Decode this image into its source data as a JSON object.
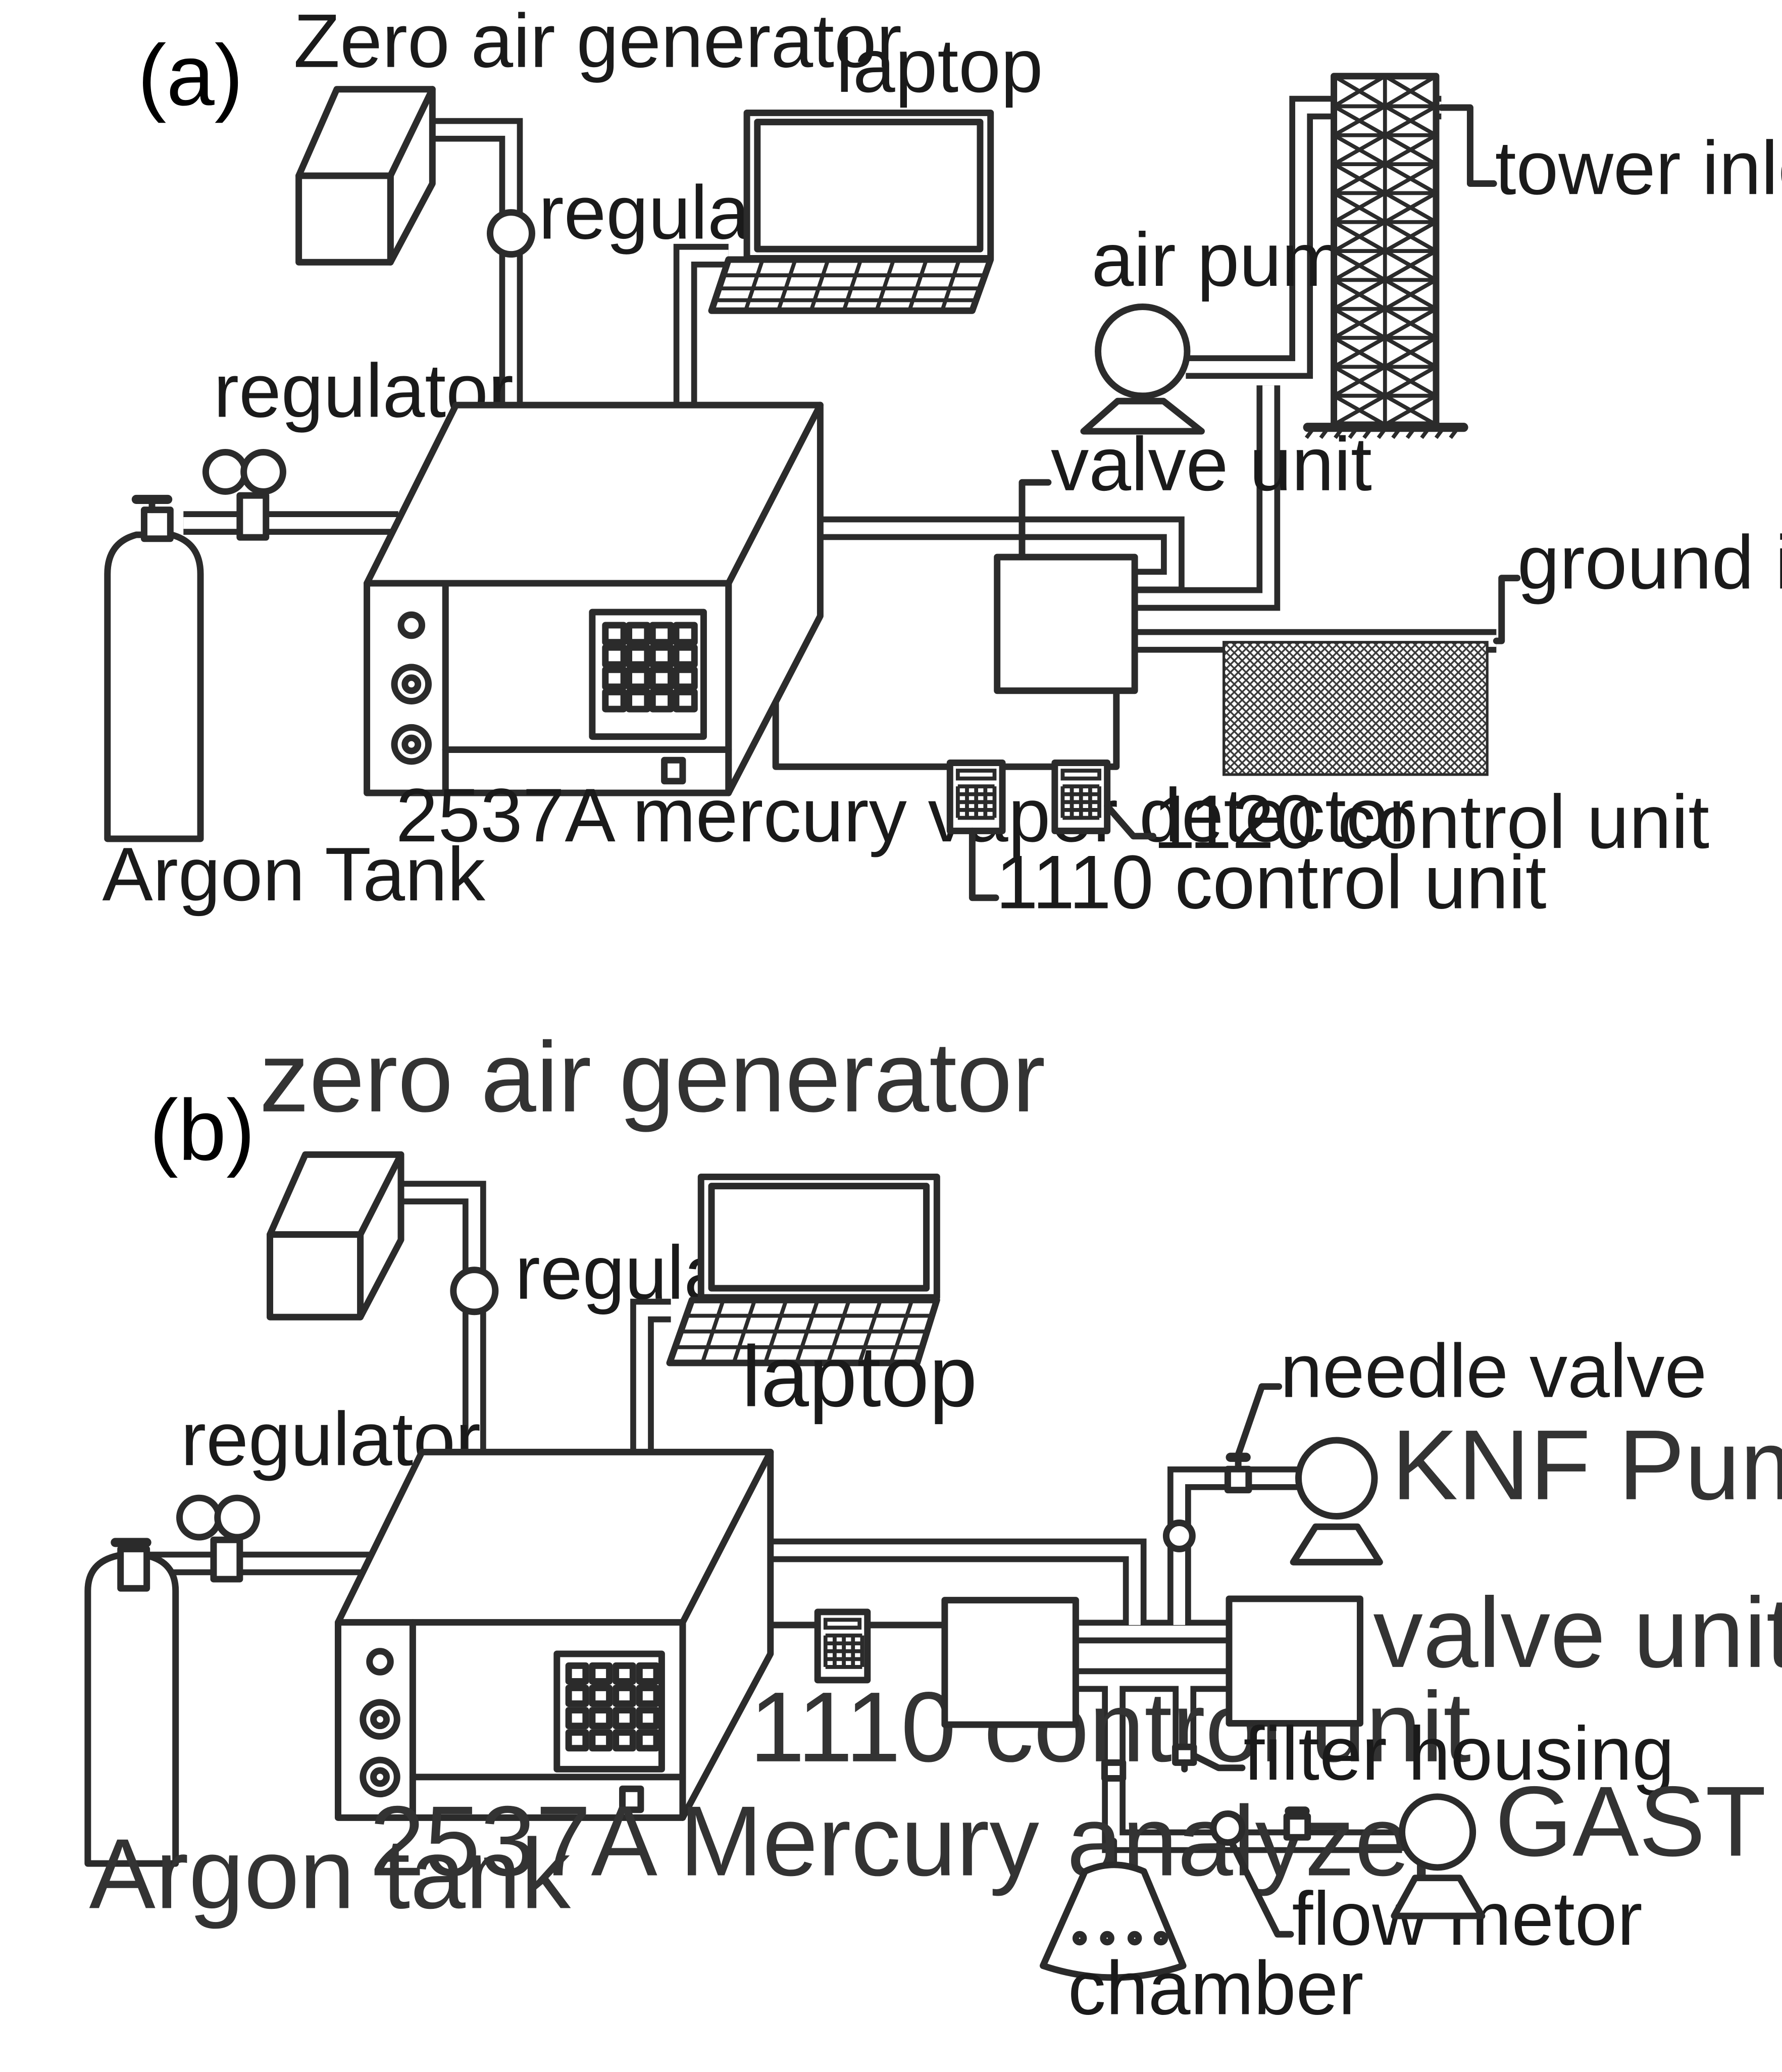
{
  "panel_a": {
    "tag": "(a)",
    "zero_air_generator": "Zero air generator",
    "regulator_top": "regulator",
    "laptop": "laptop",
    "air_pump": "air pump",
    "tower_inlet": "tower inlet",
    "regulator_left": "regulator",
    "valve_unit": "valve unit",
    "ground_inlet": "ground inlet",
    "detector": "2537A mercury vapor detector",
    "argon_tank": "Argon Tank",
    "control_1120": "1120 control unit",
    "control_1110": "1110 control unit"
  },
  "panel_b": {
    "tag": "(b)",
    "zero_air_generator": "zero air generator",
    "regulator_top": "regulator",
    "laptop": "laptop",
    "needle_valve": "needle valve",
    "knf_pump": "KNF Pump",
    "regulator_left": "regulator",
    "valve_unit": "valve unit",
    "control_1110": "1110 control unit",
    "filter_housing": "filter housing",
    "analyzer": "2537A Mercury analyzer",
    "gast_pump": "GAST Pump",
    "argon_tank": "Argon tank",
    "flow_meter": "flow metor",
    "chamber": "chamber"
  },
  "colors": {
    "line": "#2b2b2b",
    "background": "#ffffff",
    "hatch": "#3a3a3a"
  }
}
